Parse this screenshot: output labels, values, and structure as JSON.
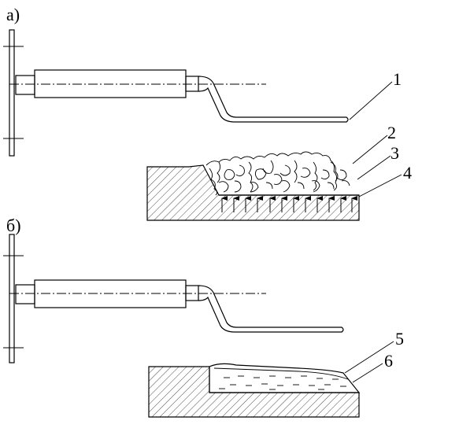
{
  "figure": {
    "panel_a": {
      "label": "а)"
    },
    "panel_b": {
      "label": "б)"
    },
    "callouts": [
      "1",
      "2",
      "3",
      "4",
      "5",
      "6"
    ]
  }
}
